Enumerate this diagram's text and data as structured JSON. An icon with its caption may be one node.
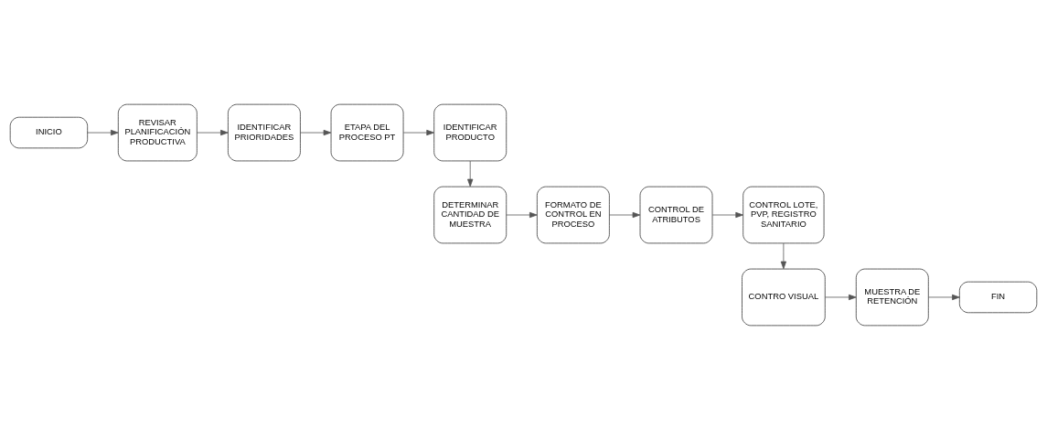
{
  "diagram": {
    "nodes": [
      {
        "text": [
          "INICIO"
        ]
      },
      {
        "text": [
          "REVISAR PLANIFICACIÓN PRODUCTIVA"
        ]
      },
      {
        "text": [
          "IDENTIFICAR PRIORIDADES"
        ]
      },
      {
        "text": [
          "ETAPA DEL PROCESO PT"
        ]
      },
      {
        "text": [
          "IDENTIFICAR PRODUCTO"
        ]
      },
      {
        "text": [
          "DETERMINAR CANTIDAD DE MUESTRA"
        ]
      },
      {
        "text": [
          "FORMATO DE CONTROL EN PROCESO"
        ]
      },
      {
        "text": [
          "CONTROL DE ATRIBUTOS"
        ]
      },
      {
        "text": [
          "CONTROL LOTE, PVP, REGISTRO SANITARIO"
        ]
      },
      {
        "text": [
          "CONTRO VISUAL"
        ]
      },
      {
        "text": [
          "MUESTRA DE RETENCIÓN"
        ]
      },
      {
        "text": [
          "FIN"
        ]
      }
    ],
    "edges": [
      {
        "from": 0,
        "to": 1,
        "arrow": "to"
      },
      {
        "from": 1,
        "to": 2,
        "arrow": "to"
      },
      {
        "from": 2,
        "to": 3,
        "arrow": "to"
      },
      {
        "from": 3,
        "to": 4,
        "arrow": "to"
      },
      {
        "from": 4,
        "to": 5,
        "arrow": "to"
      },
      {
        "from": 5,
        "to": 6,
        "arrow": "to"
      },
      {
        "from": 6,
        "to": 7,
        "arrow": "to"
      },
      {
        "from": 7,
        "to": 8,
        "arrow": "to"
      },
      {
        "from": 8,
        "to": 9,
        "arrow": "to"
      },
      {
        "from": 9,
        "to": 10,
        "arrow": "to"
      },
      {
        "from": 10,
        "to": 11,
        "arrow": "to"
      }
    ]
  }
}
